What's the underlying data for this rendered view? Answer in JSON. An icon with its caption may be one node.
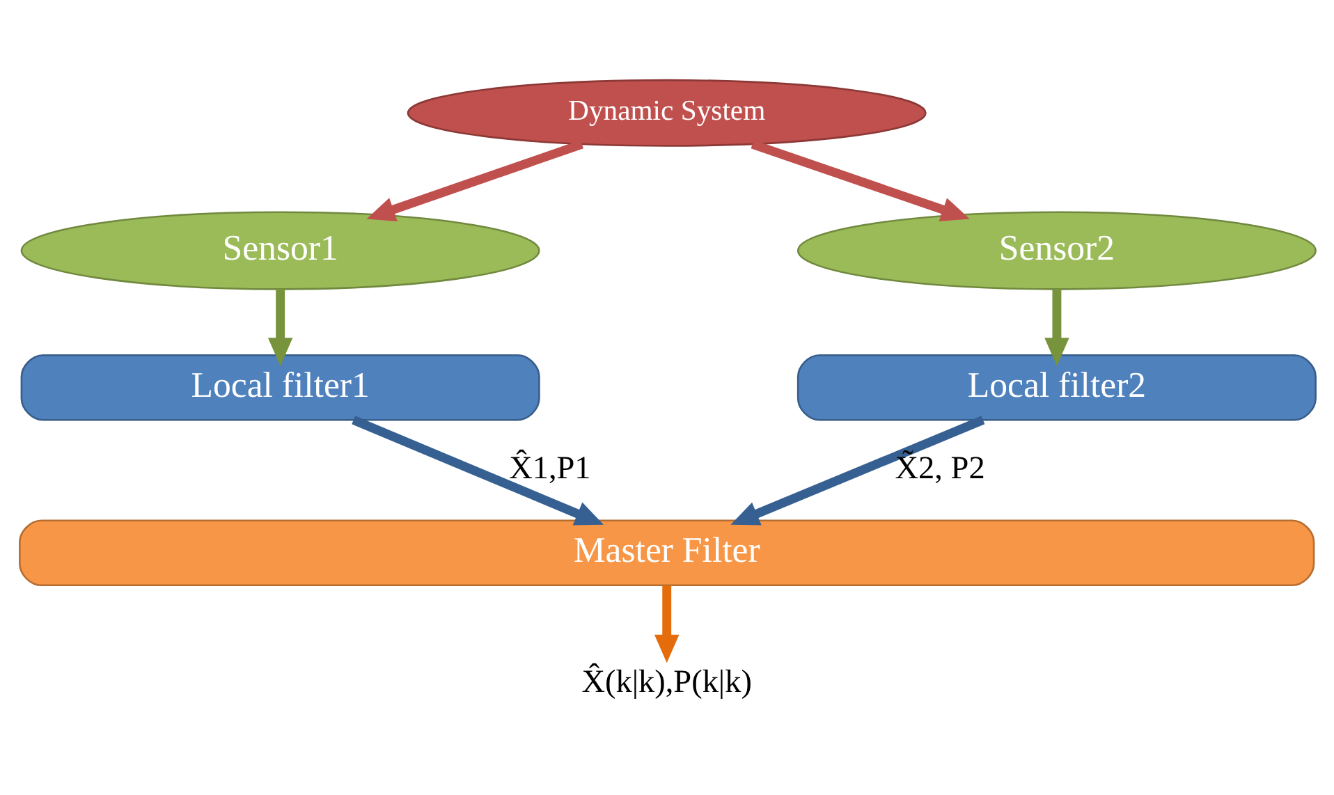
{
  "diagram": {
    "nodes": [
      {
        "text": [
          "Dynamic System"
        ]
      },
      {
        "text": [
          "Sensor1"
        ]
      },
      {
        "text": [
          "Sensor2"
        ]
      },
      {
        "text": [
          "Local filter1"
        ]
      },
      {
        "text": [
          "Local filter2"
        ]
      },
      {
        "text": [
          "Master Filter"
        ]
      },
      {
        "text": [
          "X̂(k|k),P(k|k)"
        ]
      }
    ],
    "edges": [
      {
        "from": 0,
        "to": 1,
        "arrow": "to",
        "color": "#c0504d"
      },
      {
        "from": 0,
        "to": 2,
        "arrow": "to",
        "color": "#c0504d"
      },
      {
        "from": 1,
        "to": 3,
        "arrow": "to",
        "color": "#77933c"
      },
      {
        "from": 2,
        "to": 4,
        "arrow": "to",
        "color": "#77933c"
      },
      {
        "from": 3,
        "to": 5,
        "arrow": "to",
        "color": "#376092",
        "label": "X̂1,P1"
      },
      {
        "from": 4,
        "to": 5,
        "arrow": "to",
        "color": "#376092",
        "label": "X̃2, P2"
      },
      {
        "from": 5,
        "to": 6,
        "arrow": "to",
        "color": "#e46c0a"
      }
    ]
  }
}
